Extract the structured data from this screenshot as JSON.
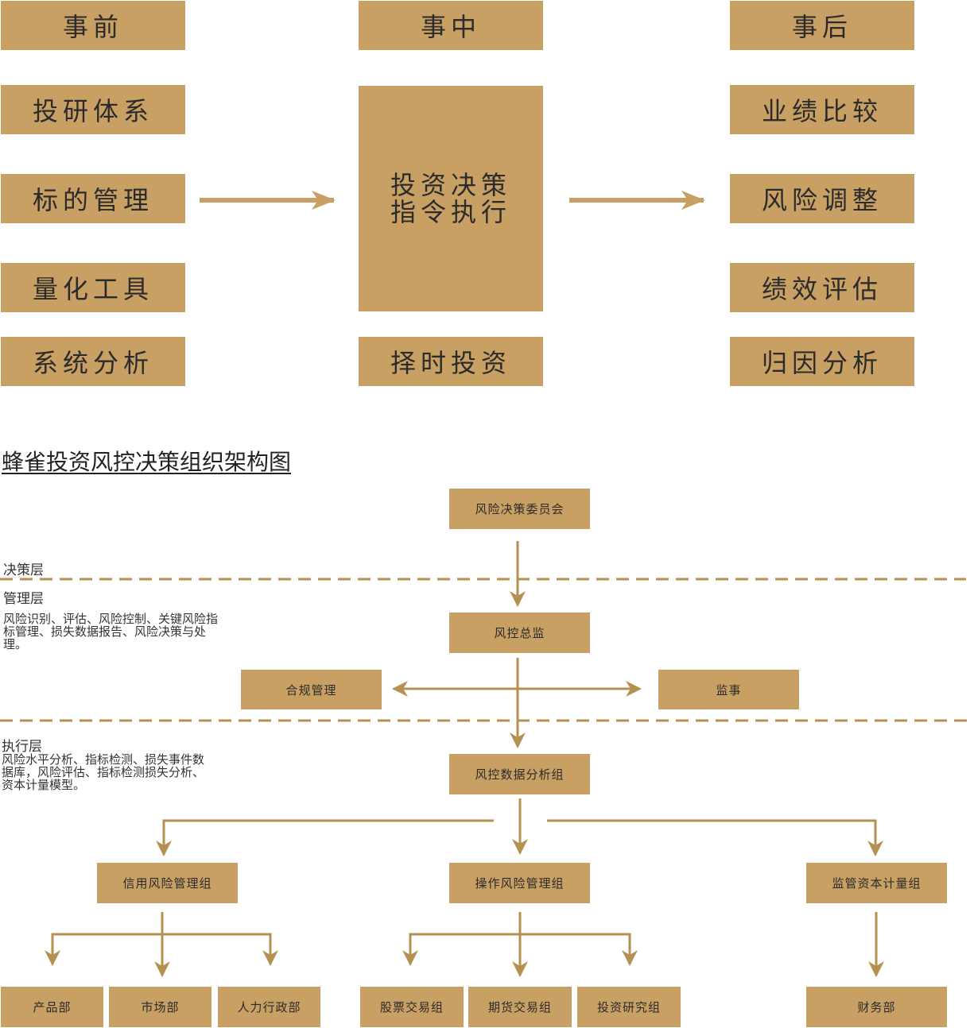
{
  "top": {
    "col_before": "事前",
    "col_during": "事中",
    "col_after": "事后",
    "before_items": [
      "投研体系",
      "标的管理",
      "量化工具",
      "系统分析"
    ],
    "during_main_line1": "投资决策",
    "during_main_line2": "指令执行",
    "during_bottom": "择时投资",
    "after_items": [
      "业绩比较",
      "风险调整",
      "绩效评估",
      "归因分析"
    ]
  },
  "org": {
    "title": "蜂雀投资风控决策组织架构图",
    "layer_decision": "决策层",
    "layer_management": "管理层",
    "layer_management_desc": "风险识别、评估、风险控制、关键风险指标管理、损失数据报告、风险决策与处理。",
    "layer_execution": "执行层",
    "layer_execution_desc": "风险水平分析、指标检测、损失事件数据库，风险评估、指标检测损失分析、资本计量模型。",
    "committee": "风险决策委员会",
    "director": "风控总监",
    "compliance": "合规管理",
    "supervisor": "监事",
    "analysis_group": "风控数据分析组",
    "credit_group": "信用风险管理组",
    "operation_group": "操作风险管理组",
    "capital_group": "监管资本计量组",
    "credit_children": [
      "产品部",
      "市场部",
      "人力行政部"
    ],
    "operation_children": [
      "股票交易组",
      "期货交易组",
      "投资研究组"
    ],
    "capital_children": [
      "财务部"
    ]
  },
  "colors": {
    "box": "#c9a063",
    "line": "#b49150"
  }
}
